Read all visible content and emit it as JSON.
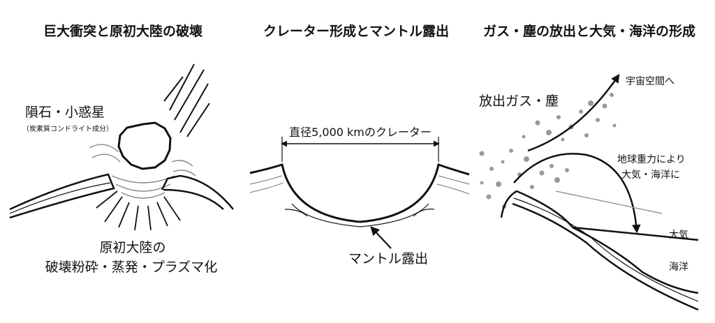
{
  "panels": [
    {
      "title": "巨大衝突と原初大陸の破壊",
      "labels": {
        "meteorite": "隕石・小惑星",
        "meteorite_note": "（炭素質コンドライト成分）",
        "destruction_line1": "原初大陸の",
        "destruction_line2": "破壊粉砕・蒸発・プラズマ化"
      }
    },
    {
      "title": "クレーター形成とマントル露出",
      "labels": {
        "crater_diameter": "直径5,000 kmのクレーター",
        "mantle_exposure": "マントル露出"
      }
    },
    {
      "title": "ガス・塵の放出と大気・海洋の形成",
      "labels": {
        "to_space": "宇宙空間へ",
        "released": "放出ガス・塵",
        "gravity_line1": "地球重力により",
        "gravity_line2": "大気・海洋に",
        "atmosphere": "大気",
        "ocean": "海洋"
      }
    }
  ]
}
